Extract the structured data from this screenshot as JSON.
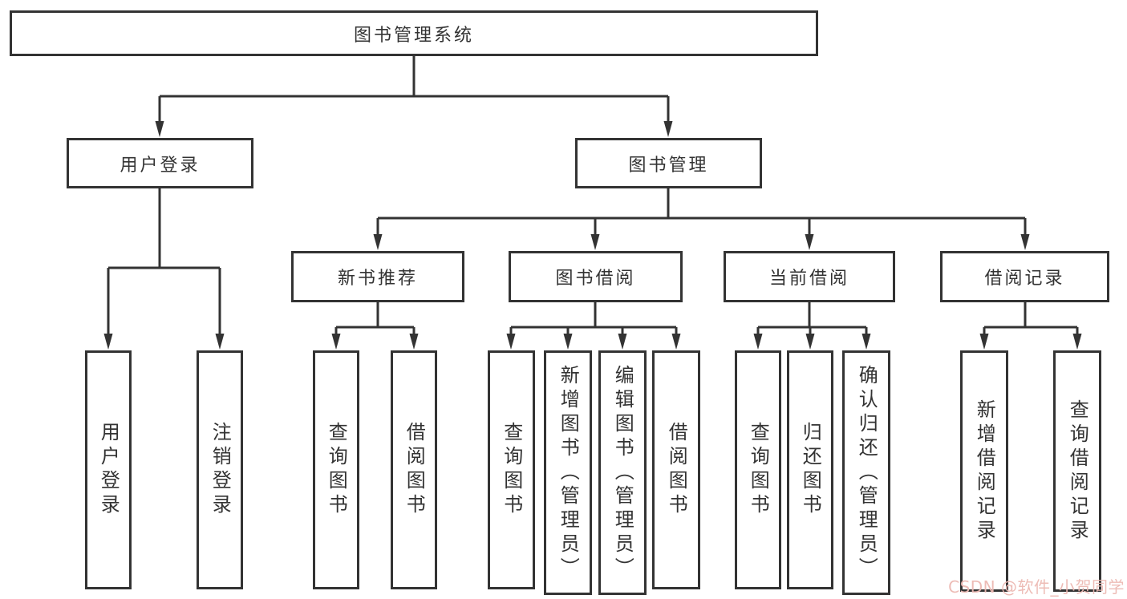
{
  "diagram_title": "图书管理系统",
  "nodes": {
    "root": "图书管理系统",
    "user_login": {
      "label": "用户登录",
      "children": {
        "login": "用户登录",
        "logout": "注销登录"
      }
    },
    "book_mgmt": {
      "label": "图书管理",
      "sections": {
        "new_book": {
          "label": "新书推荐",
          "children": {
            "query": "查询图书",
            "borrow": "借阅图书"
          }
        },
        "book_borrow": {
          "label": "图书借阅",
          "children": {
            "query": "查询图书",
            "add": "新增图书（管理员）",
            "edit": "编辑图书（管理员）",
            "borrow": "借阅图书"
          }
        },
        "current_borrow": {
          "label": "当前借阅",
          "children": {
            "query": "查询图书",
            "return": "归还图书",
            "confirm": "确认归还（管理员）"
          }
        },
        "borrow_record": {
          "label": "借阅记录",
          "children": {
            "add": "新增借阅记录",
            "query": "查询借阅记录"
          }
        }
      }
    }
  },
  "watermark": {
    "text": "CSDN @软件_小贺同学",
    "color": "#edb9b3"
  },
  "colors": {
    "line": "#333333",
    "box_border": "#333333",
    "box_fill": "#ffffff",
    "text": "#333333",
    "background": "#ffffff"
  }
}
